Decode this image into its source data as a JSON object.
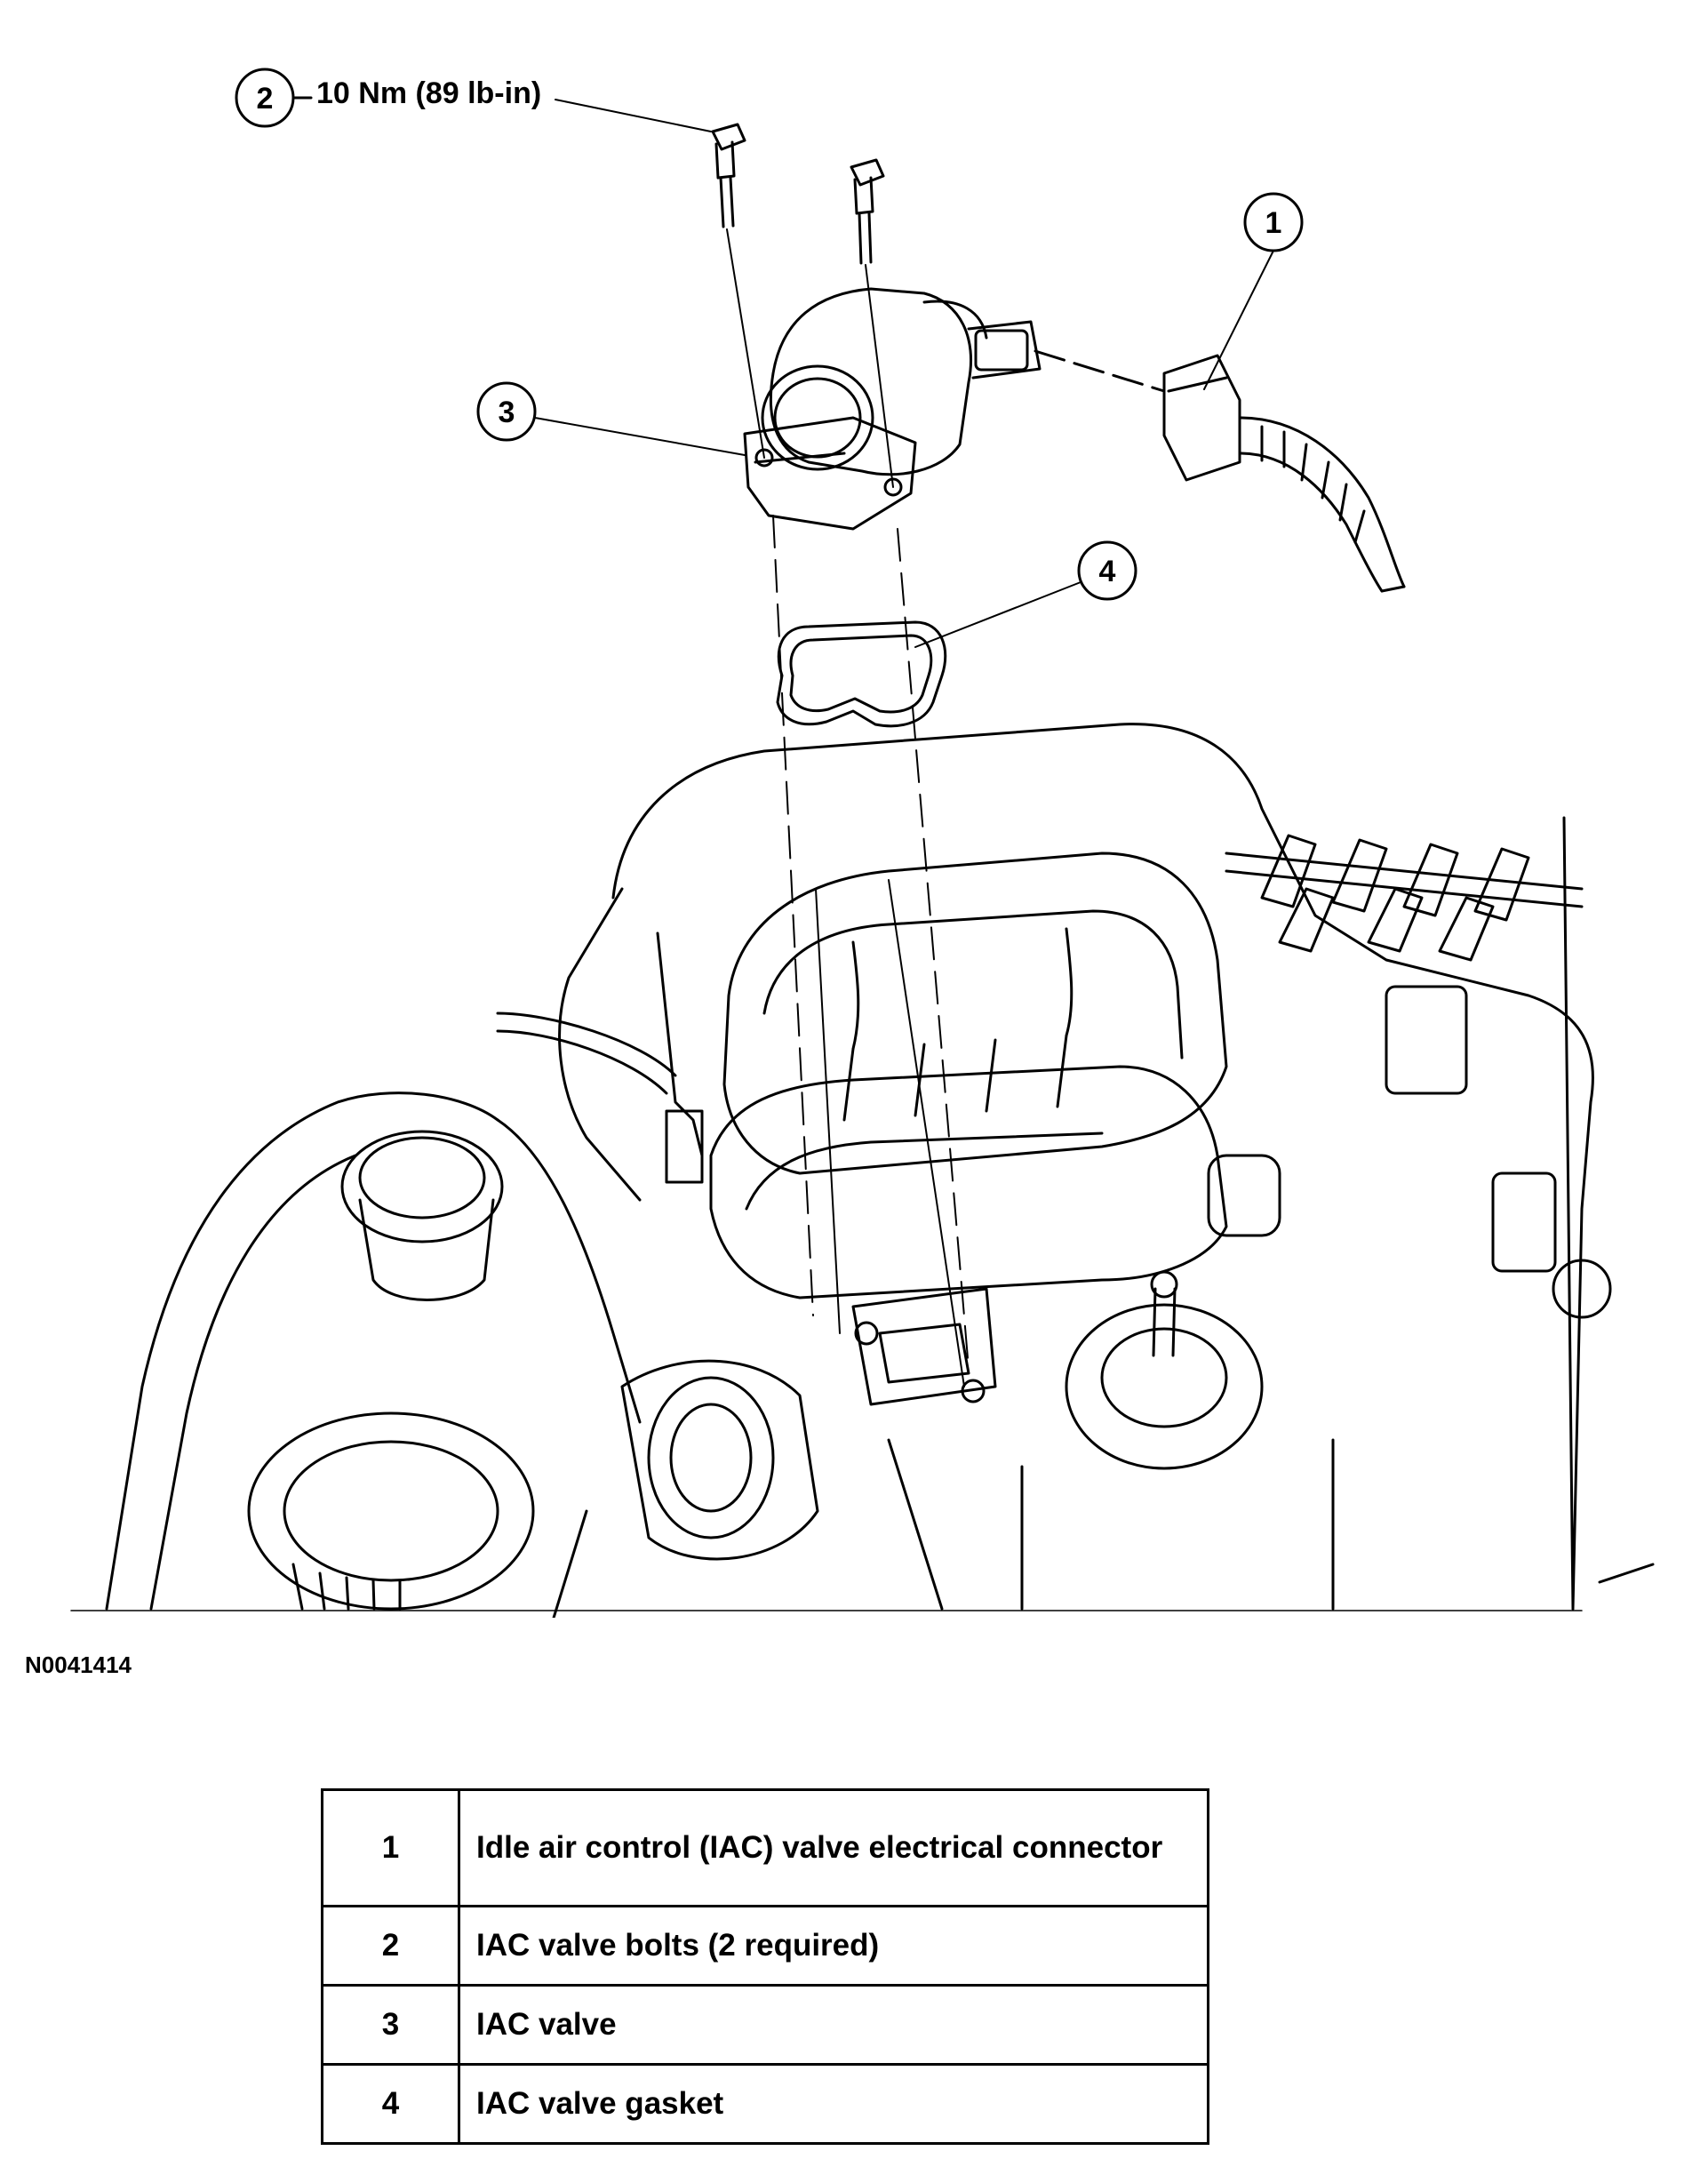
{
  "diagram": {
    "torque_spec": "10 Nm (89 lb-in)",
    "figure_id": "N0041414",
    "callouts": [
      "1",
      "2",
      "3",
      "4"
    ]
  },
  "legend": [
    {
      "num": "1",
      "description": "Idle air control (IAC) valve electrical connector"
    },
    {
      "num": "2",
      "description": "IAC valve bolts (2 required)"
    },
    {
      "num": "3",
      "description": "IAC valve"
    },
    {
      "num": "4",
      "description": "IAC valve gasket"
    }
  ]
}
